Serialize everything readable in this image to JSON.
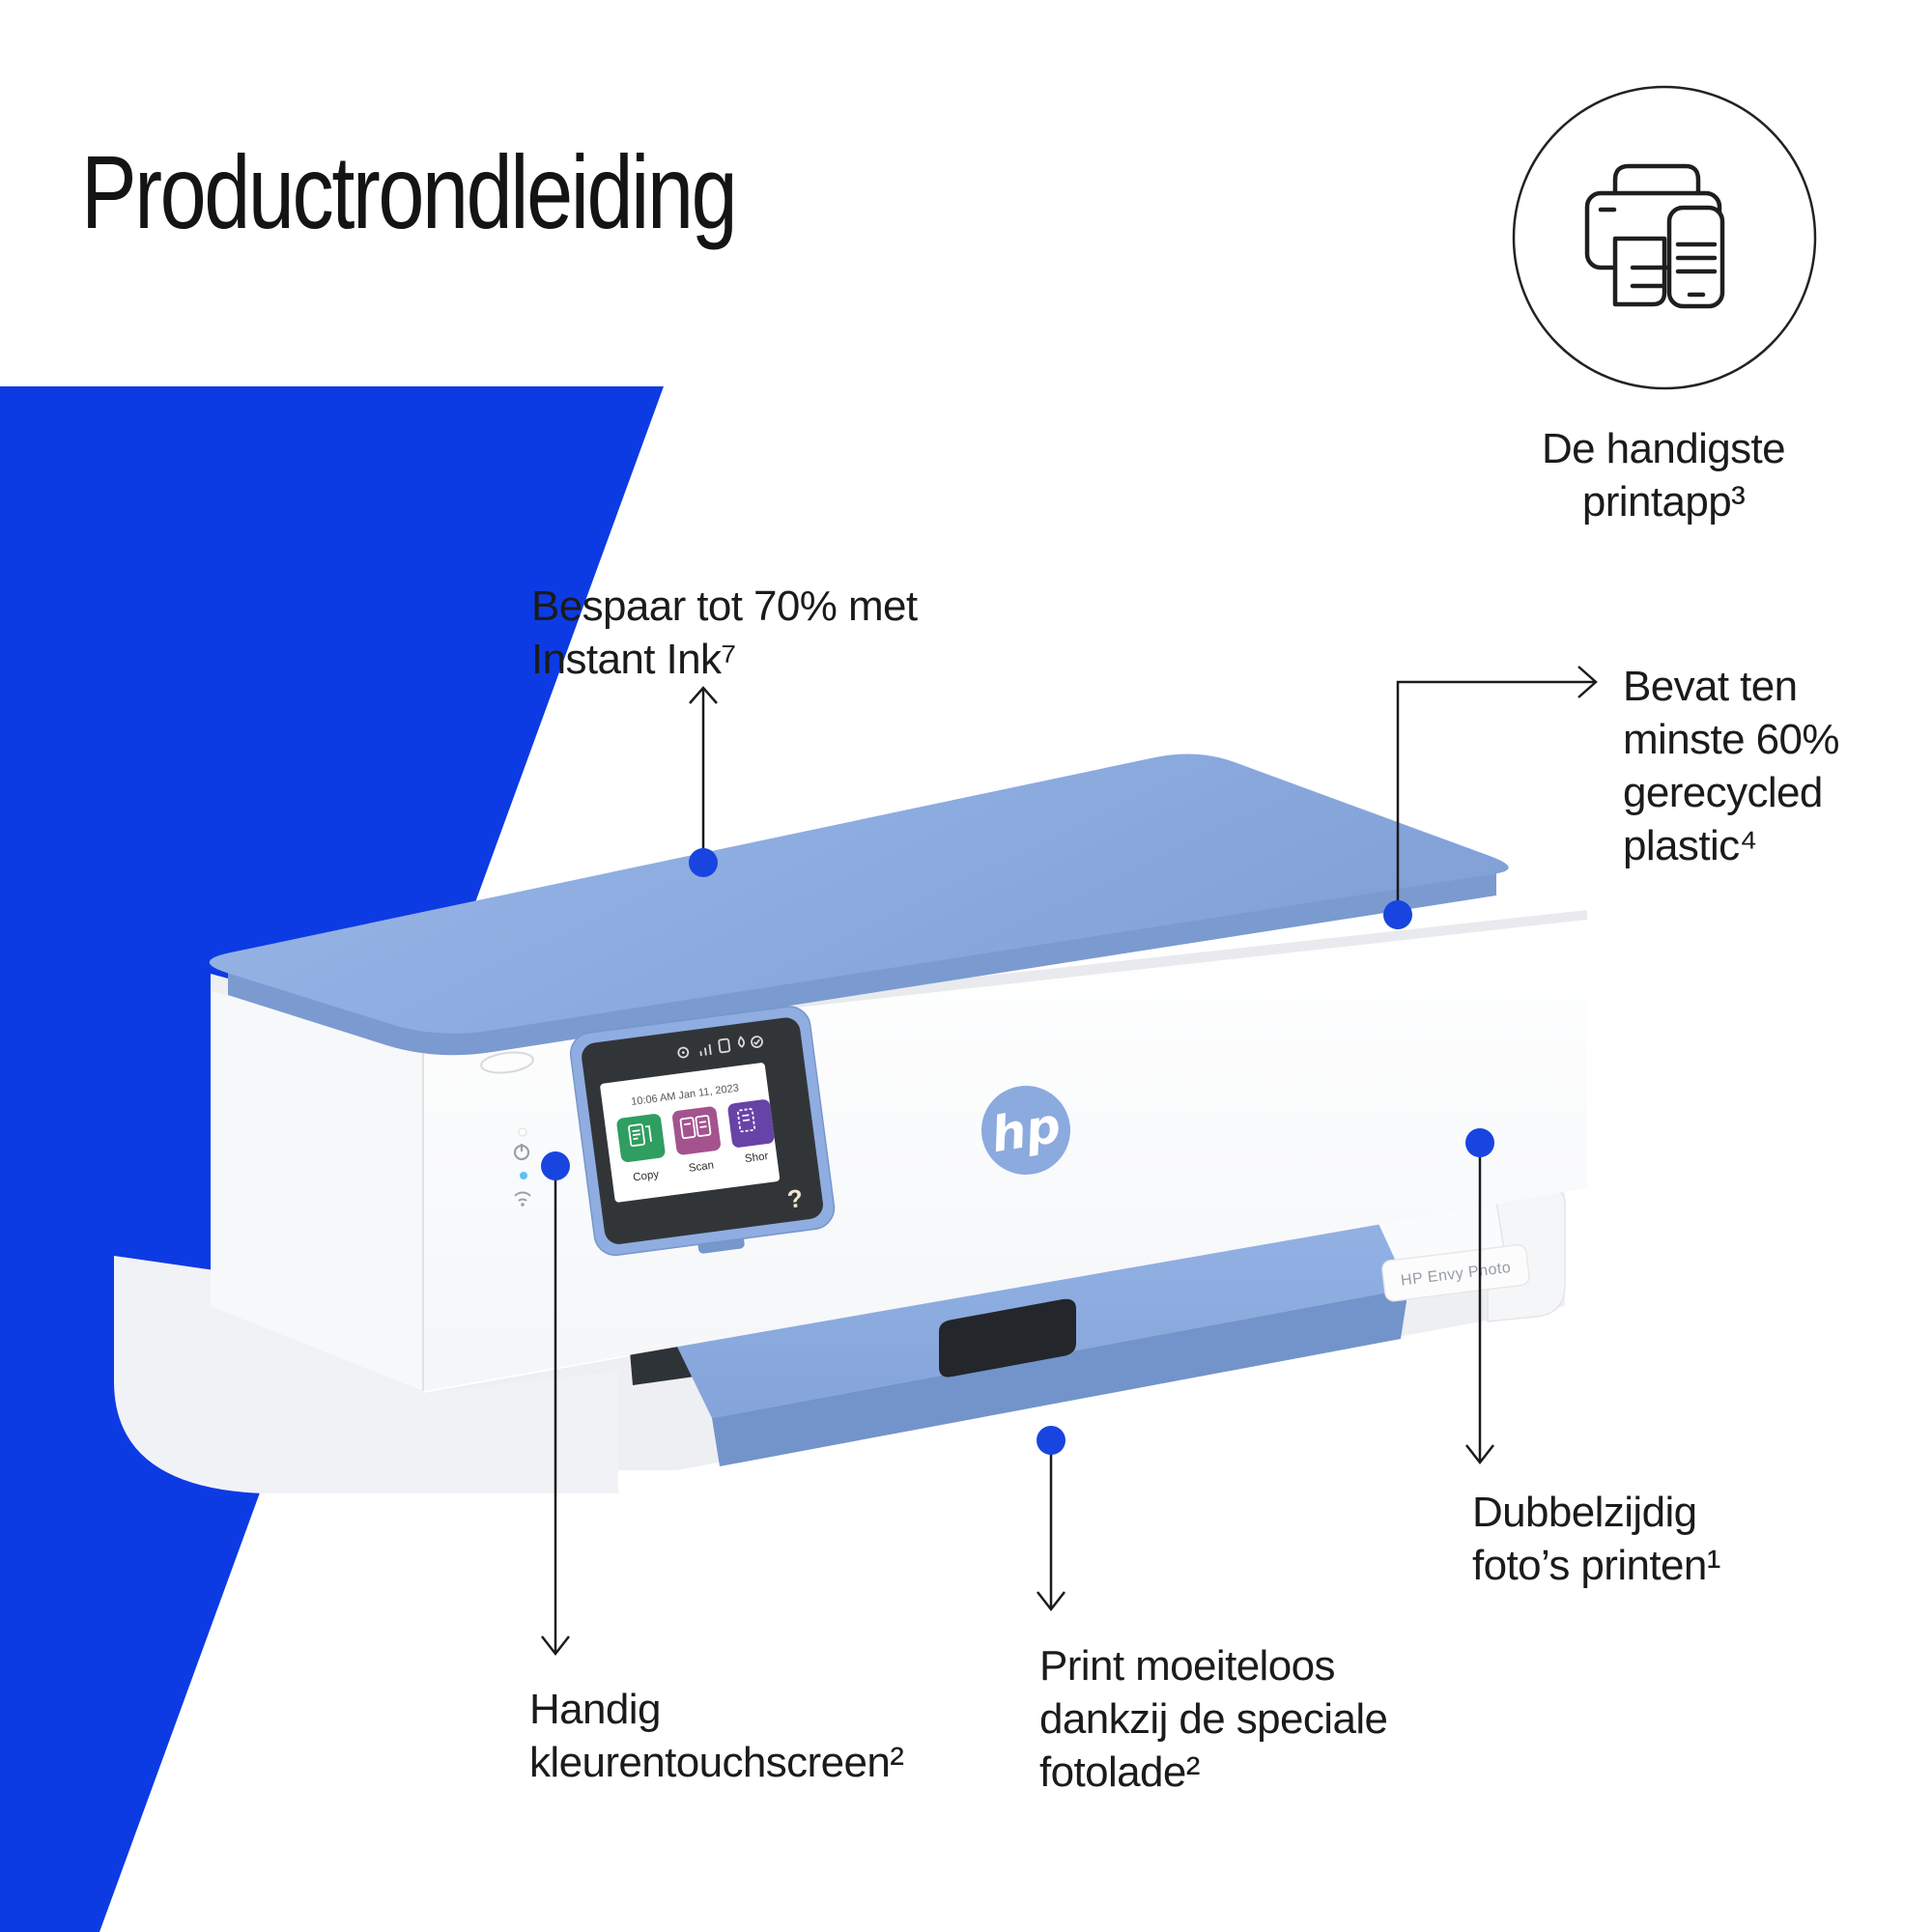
{
  "header": {
    "title": "Productrondleiding"
  },
  "app_badge": {
    "icon": "printer-phone-icon",
    "label": "De handigste\nprintapp³"
  },
  "callouts": {
    "instant_ink": {
      "label": "Bespaar tot 70% met\nInstant Ink⁷"
    },
    "recycled_plastic": {
      "label": "Bevat ten\nminste 60%\ngerecycled\nplastic⁴"
    },
    "duplex_photo": {
      "label": "Dubbelzijdig\nfoto’s printen¹"
    },
    "touchscreen": {
      "label": "Handig\nkleurentouchscreen²"
    },
    "photo_tray": {
      "label": "Print moeiteloos\ndankzij de speciale\nfotolade²"
    }
  },
  "printer": {
    "logo": "hp",
    "model_label": "HP Envy Photo",
    "screen": {
      "datetime": "10:06 AM Jan 11, 2023",
      "tiles": [
        {
          "label": "Copy",
          "color": "#2f9e60"
        },
        {
          "label": "Scan",
          "color": "#a4538f"
        },
        {
          "label": "Shor",
          "color": "#6743a8"
        }
      ],
      "help_label": "?",
      "status_icons": [
        "settings-icon",
        "signal-icon",
        "pages-icon",
        "ink-drop-icon",
        "eco-icon"
      ]
    }
  },
  "colors": {
    "accent_blue": "#0d3be3",
    "dot_blue": "#1845e0",
    "lid_blue": "#8fade1",
    "line_dark": "#1b1b1b"
  }
}
